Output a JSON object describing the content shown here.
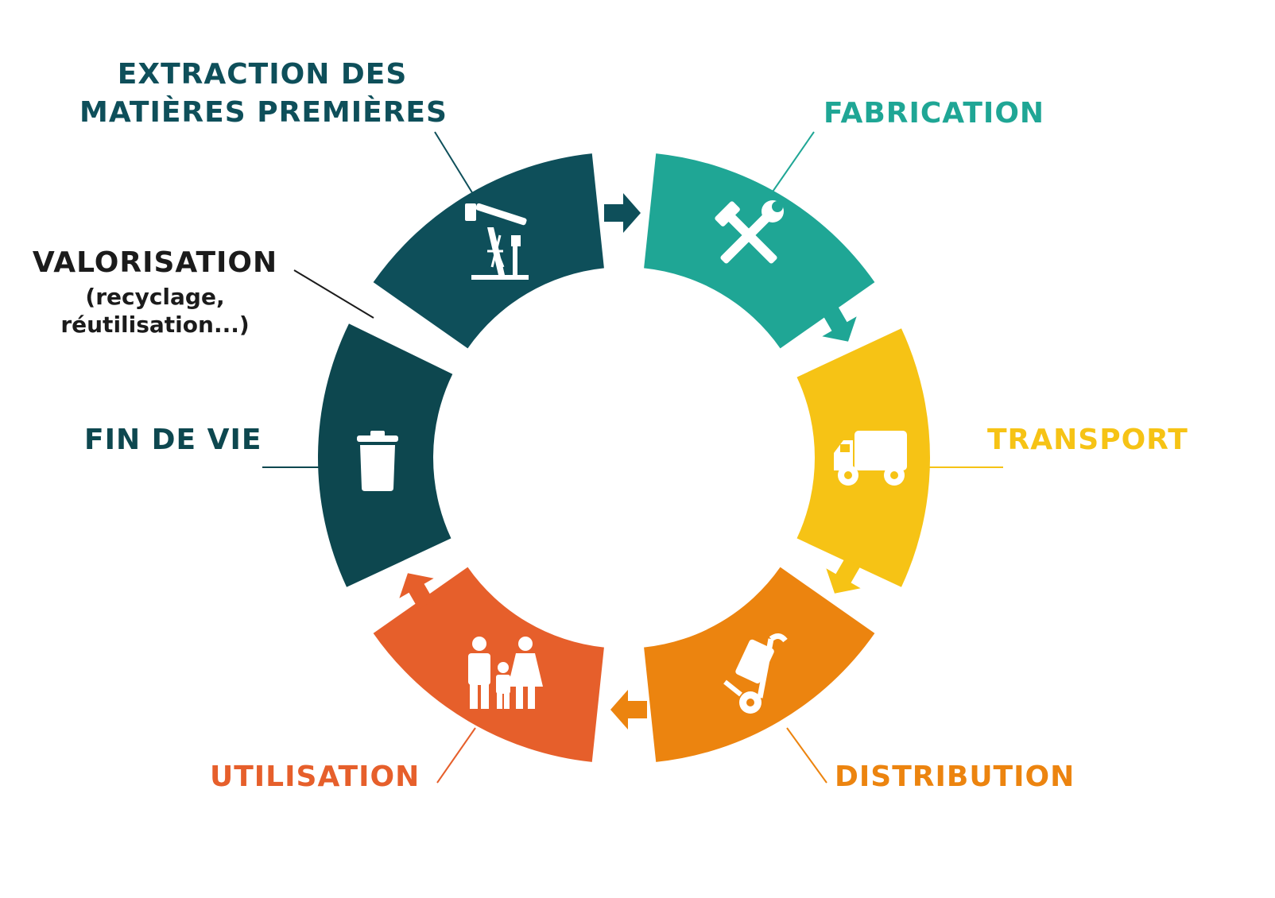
{
  "colors": {
    "extraction": "#0e4f5a",
    "fabrication": "#1fa695",
    "transport": "#f6c315",
    "distribution": "#ec840f",
    "utilisation": "#e65f2b",
    "fin_de_vie": "#0d474f",
    "valorisation_text": "#1b1b1b"
  },
  "stages": {
    "extraction": {
      "line1": "EXTRACTION DES",
      "line2": "MATIÈRES PREMIÈRES",
      "icon": "oil-pump-icon"
    },
    "fabrication": {
      "label": "FABRICATION",
      "icon": "tools-icon"
    },
    "transport": {
      "label": "TRANSPORT",
      "icon": "truck-icon"
    },
    "distribution": {
      "label": "DISTRIBUTION",
      "icon": "hand-truck-icon"
    },
    "utilisation": {
      "label": "UTILISATION",
      "icon": "family-icon"
    },
    "fin_de_vie": {
      "label": "FIN DE VIE",
      "icon": "trash-can-icon"
    },
    "valorisation": {
      "label": "VALORISATION",
      "sub1": "(recyclage,",
      "sub2": "réutilisation...)"
    }
  }
}
